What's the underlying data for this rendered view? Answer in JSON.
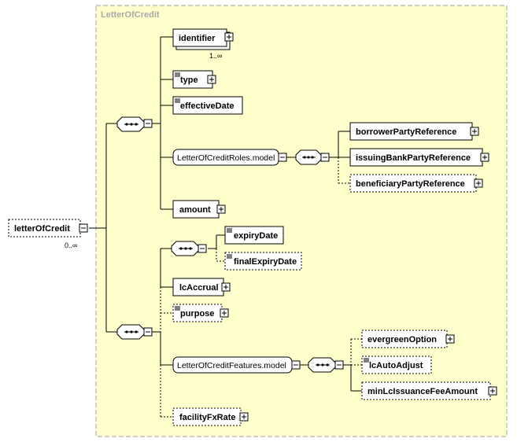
{
  "group": {
    "title": "LetterOfCredit"
  },
  "root": {
    "label": "letterOfCredit",
    "occurs": "0..∞"
  },
  "nodes": {
    "identifier": {
      "label": "identifier",
      "occurs": "1..∞"
    },
    "type": {
      "label": "type"
    },
    "effectiveDate": {
      "label": "effectiveDate"
    },
    "rolesModel": {
      "label": "LetterOfCreditRoles.model"
    },
    "borrowerPartyReference": {
      "label": "borrowerPartyReference"
    },
    "issuingBankPartyReference": {
      "label": "issuingBankPartyReference"
    },
    "beneficiaryPartyReference": {
      "label": "beneficiaryPartyReference"
    },
    "amount": {
      "label": "amount"
    },
    "expiryDate": {
      "label": "expiryDate"
    },
    "finalExpiryDate": {
      "label": "finalExpiryDate"
    },
    "lcAccrual": {
      "label": "lcAccrual"
    },
    "purpose": {
      "label": "purpose"
    },
    "featuresModel": {
      "label": "LetterOfCreditFeatures.model"
    },
    "evergreenOption": {
      "label": "evergreenOption"
    },
    "lcAutoAdjust": {
      "label": "lcAutoAdjust"
    },
    "minLcIssuanceFeeAmount": {
      "label": "minLcIssuanceFeeAmount"
    },
    "facilityFxRate": {
      "label": "facilityFxRate"
    }
  },
  "colors": {
    "group_bg": "#ffffcc",
    "group_border": "#a0a0a0",
    "node_bg": "#ffffff",
    "line": "#000000"
  }
}
